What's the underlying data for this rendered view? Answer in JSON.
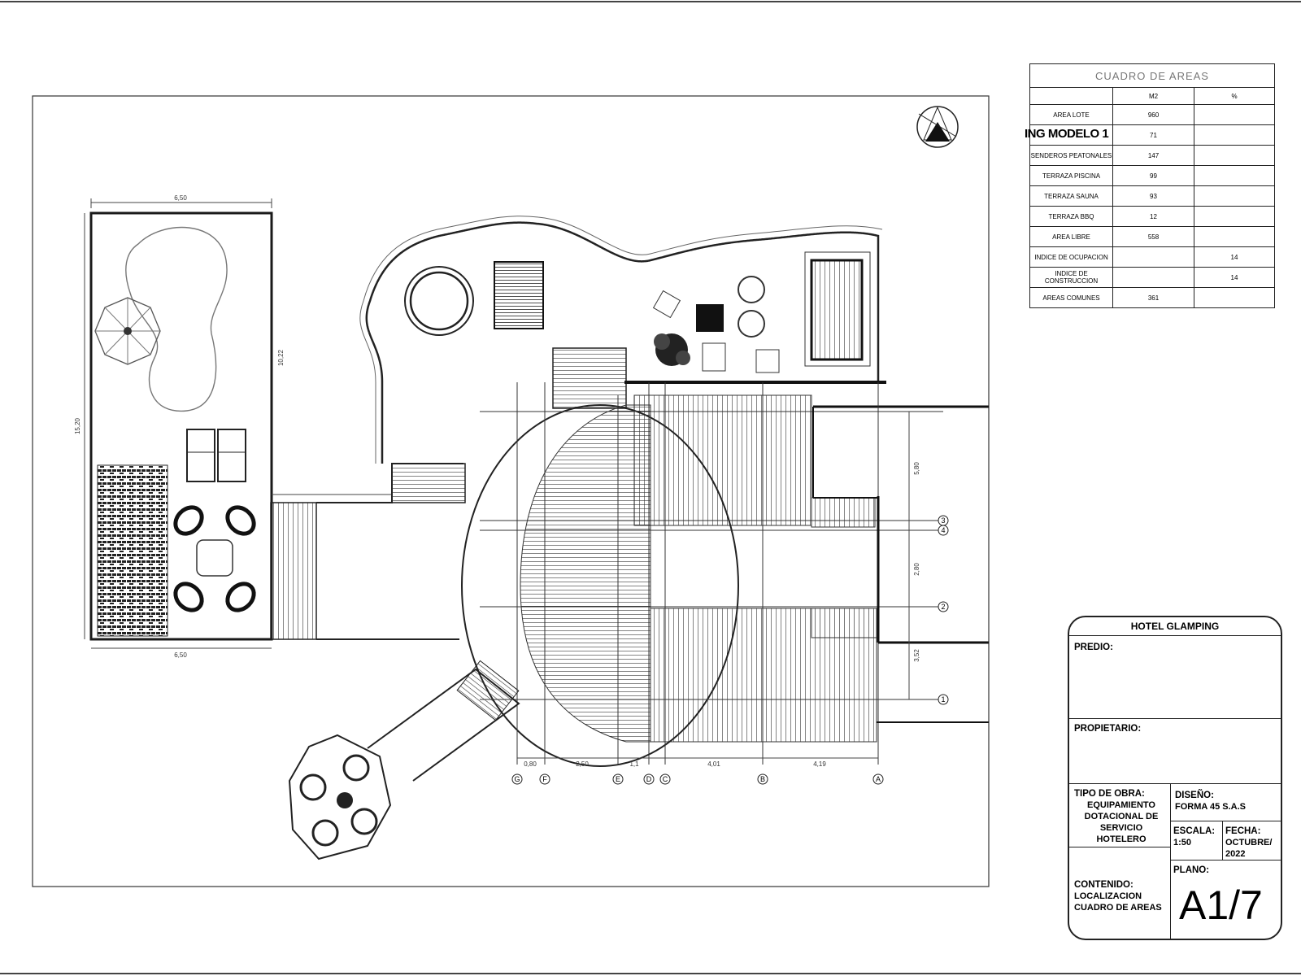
{
  "areas_table": {
    "title": "CUADRO DE AREAS",
    "col_m2": "M2",
    "col_pct": "%",
    "rows": [
      {
        "label": "AREA LOTE",
        "m2": "960",
        "pct": ""
      },
      {
        "label": "",
        "m2": "71",
        "pct": ""
      },
      {
        "label": "SENDEROS PEATONALES",
        "m2": "147",
        "pct": ""
      },
      {
        "label": "TERRAZA PISCINA",
        "m2": "99",
        "pct": ""
      },
      {
        "label": "TERRAZA SAUNA",
        "m2": "93",
        "pct": ""
      },
      {
        "label": "TERRAZA BBQ",
        "m2": "12",
        "pct": ""
      },
      {
        "label": "AREA LIBRE",
        "m2": "558",
        "pct": ""
      },
      {
        "label": "INDICE DE OCUPACION",
        "m2": "",
        "pct": "14"
      },
      {
        "label": "INDICE DE CONSTRUCCION",
        "m2": "",
        "pct": "14"
      },
      {
        "label": "AREAS COMUNES",
        "m2": "361",
        "pct": ""
      }
    ]
  },
  "overlay_title": "ING MODELO 1",
  "title_block": {
    "project": "HOTEL GLAMPING",
    "predio_label": "PREDIO:",
    "propietario_label": "PROPIETARIO:",
    "tipo_obra_label": "TIPO DE OBRA:",
    "tipo_obra_value": "EQUIPAMIENTO DOTACIONAL DE SERVICIO HOTELERO",
    "diseno_label": "DISEÑO:",
    "diseno_value": "FORMA 45 S.A.S",
    "escala_label": "ESCALA:",
    "escala_value": "1:50",
    "fecha_label": "FECHA:",
    "fecha_value": "OCTUBRE/ 2022",
    "contenido_label": "CONTENIDO:",
    "contenido_value": "LOCALIZACION CUADRO DE AREAS",
    "plano_label": "PLANO:",
    "plano_value": "A1/7"
  },
  "plan": {
    "grid_letters": [
      "G",
      "F",
      "E",
      "D",
      "C",
      "B",
      "A"
    ],
    "grid_numbers_right": [
      "3",
      "4",
      "2",
      "1"
    ],
    "left_dims": {
      "top": "6,50",
      "bottom": "6,50",
      "side": "10,22",
      "outer": "15,20"
    },
    "right_dims": [
      "5,80",
      "2,80",
      "3,52"
    ],
    "bottom_dims": [
      "0,80",
      "2,50",
      "1,1",
      "4,01",
      "4,19"
    ]
  },
  "colors": {
    "line": "#1a1a1a",
    "light": "#777777",
    "hatch": "#333333"
  }
}
